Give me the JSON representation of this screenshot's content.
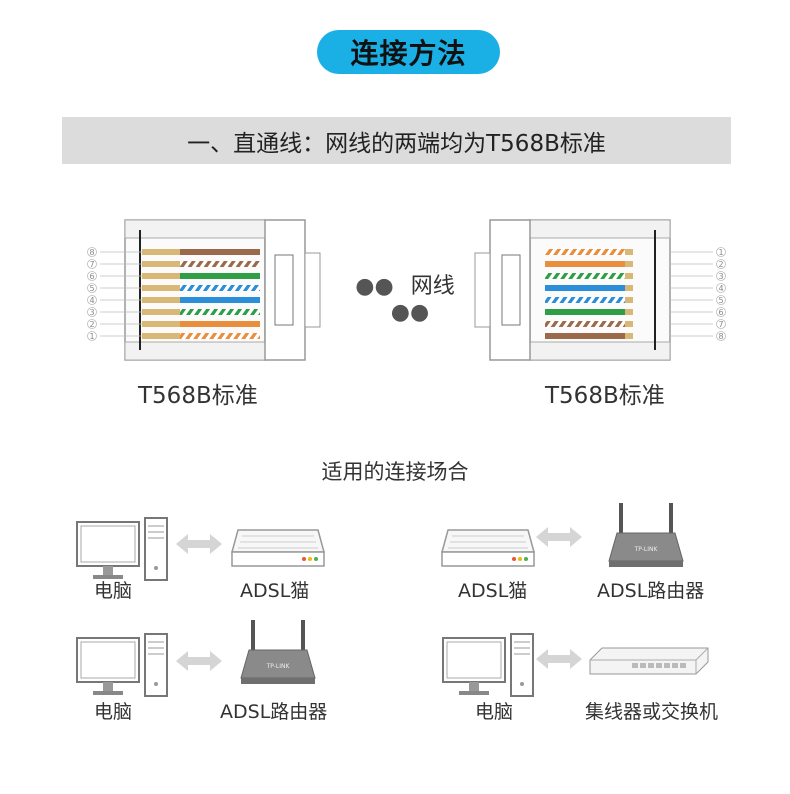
{
  "header": {
    "title": "连接方法"
  },
  "banner": {
    "text": "一、直通线：网线的两端均为T568B标准"
  },
  "connectors": {
    "left_label": "T568B标准",
    "right_label": "T568B标准",
    "middle_label": "网线",
    "left_pins": [
      "8",
      "7",
      "6",
      "5",
      "4",
      "3",
      "2",
      "1"
    ],
    "right_pins": [
      "1",
      "2",
      "3",
      "4",
      "5",
      "6",
      "7",
      "8"
    ]
  },
  "wire_colors": {
    "orange": "#e98e3c",
    "green": "#2f9e46",
    "blue": "#2a8fd8",
    "brown": "#9b6a4a",
    "white": "#ffffff"
  },
  "usage": {
    "title": "适用的连接场合",
    "pairs": [
      {
        "left": "电脑",
        "right": "ADSL猫"
      },
      {
        "left": "ADSL猫",
        "right": "ADSL路由器"
      },
      {
        "left": "电脑",
        "right": "ADSL路由器"
      },
      {
        "left": "电脑",
        "right": "集线器或交换机"
      }
    ]
  }
}
